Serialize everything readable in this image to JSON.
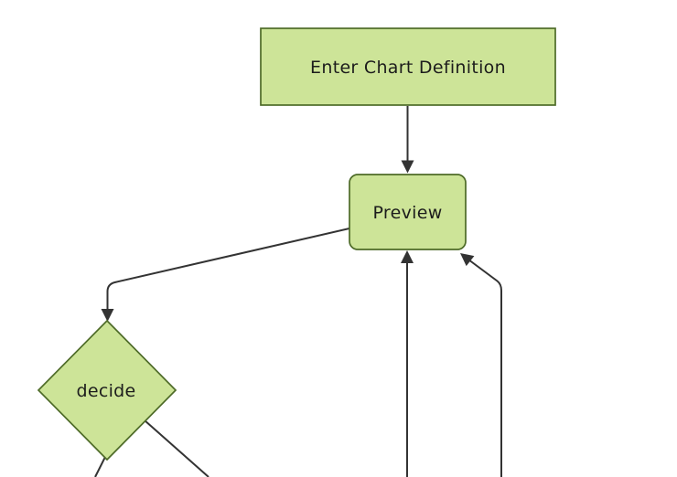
{
  "diagram": {
    "type": "flowchart",
    "orientation": "top-down",
    "background": "#ffffff",
    "nodes": [
      {
        "id": "enter-chart-definition",
        "label": "Enter Chart Definition",
        "shape": "rectangle"
      },
      {
        "id": "preview",
        "label": "Preview",
        "shape": "rounded-rectangle"
      },
      {
        "id": "decide",
        "label": "decide",
        "shape": "diamond"
      }
    ],
    "edges": [
      {
        "from": "enter-chart-definition",
        "to": "preview",
        "arrowhead": "into-preview-top"
      },
      {
        "from": "preview",
        "to": "decide",
        "arrowhead": "into-decide-top"
      },
      {
        "from": "offscreen-bottom",
        "to": "preview",
        "arrowhead": "into-preview-bottom"
      },
      {
        "from": "offscreen-bottom-right",
        "to": "preview",
        "arrowhead": "into-preview-bottom-right-corner"
      },
      {
        "from": "decide",
        "to": "offscreen-bottom-left",
        "arrowhead": "none-visible"
      },
      {
        "from": "decide",
        "to": "offscreen-bottom-right",
        "arrowhead": "none-visible"
      }
    ],
    "colors": {
      "page_bg": "#ffffff",
      "node_fill": "#cde498",
      "node_border": "#4e6b28",
      "edge_line": "#333333",
      "label_text": "#1c1c1c"
    }
  }
}
